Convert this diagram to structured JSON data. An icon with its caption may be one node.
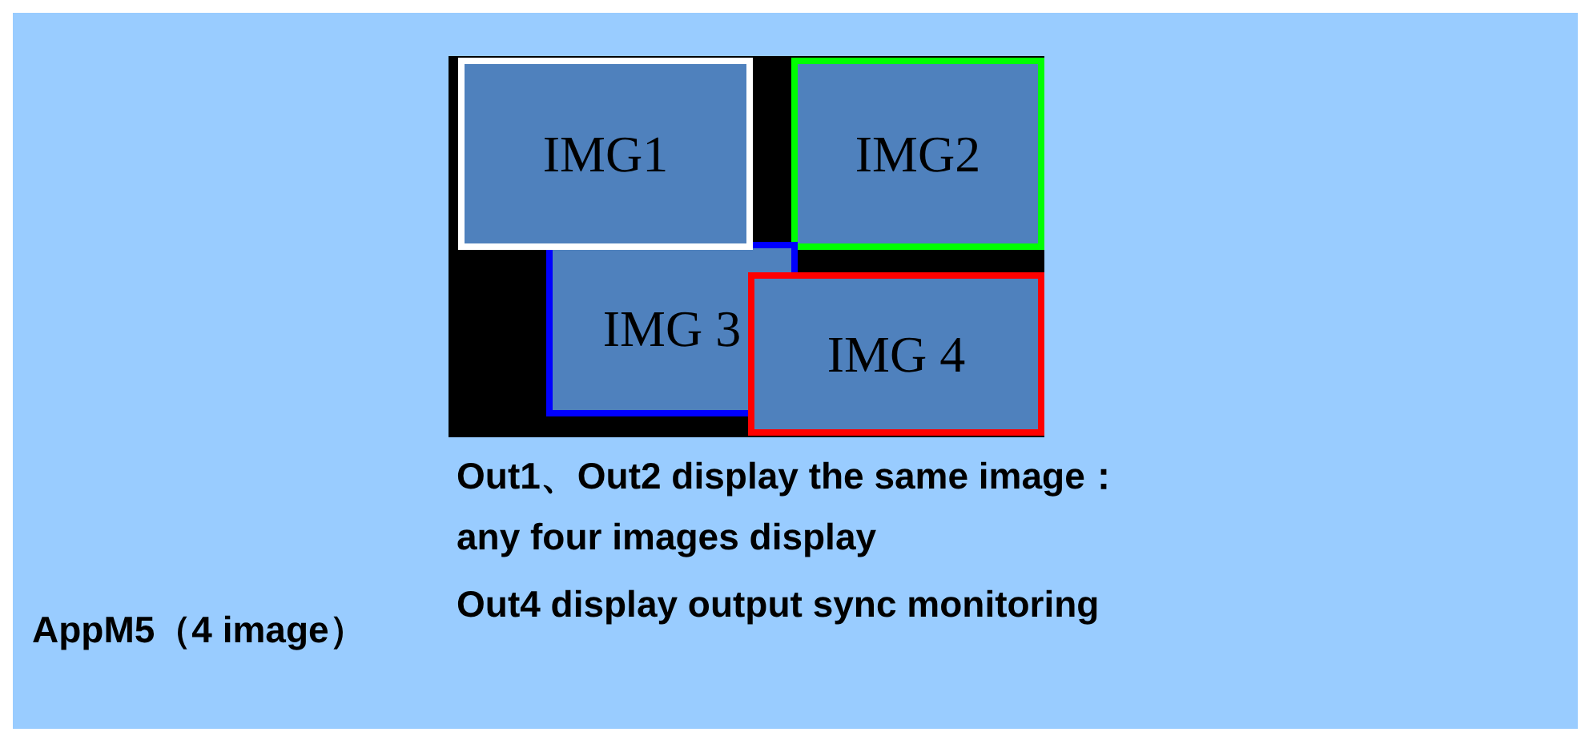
{
  "diagram": {
    "nodes": [
      {
        "text": [],
        "shape": "box"
      },
      {
        "text": [
          "IMG1"
        ],
        "in": 0
      },
      {
        "text": [
          "IMG2"
        ],
        "in": 0
      },
      {
        "text": [
          "IMG 3"
        ],
        "in": 0
      },
      {
        "text": [
          "IMG 4"
        ],
        "in": 0
      }
    ],
    "labels": [
      "Out1、Out2 display the same image：",
      "any four images display",
      "Out4 display output sync monitoring",
      "AppM5（4 image）"
    ]
  }
}
